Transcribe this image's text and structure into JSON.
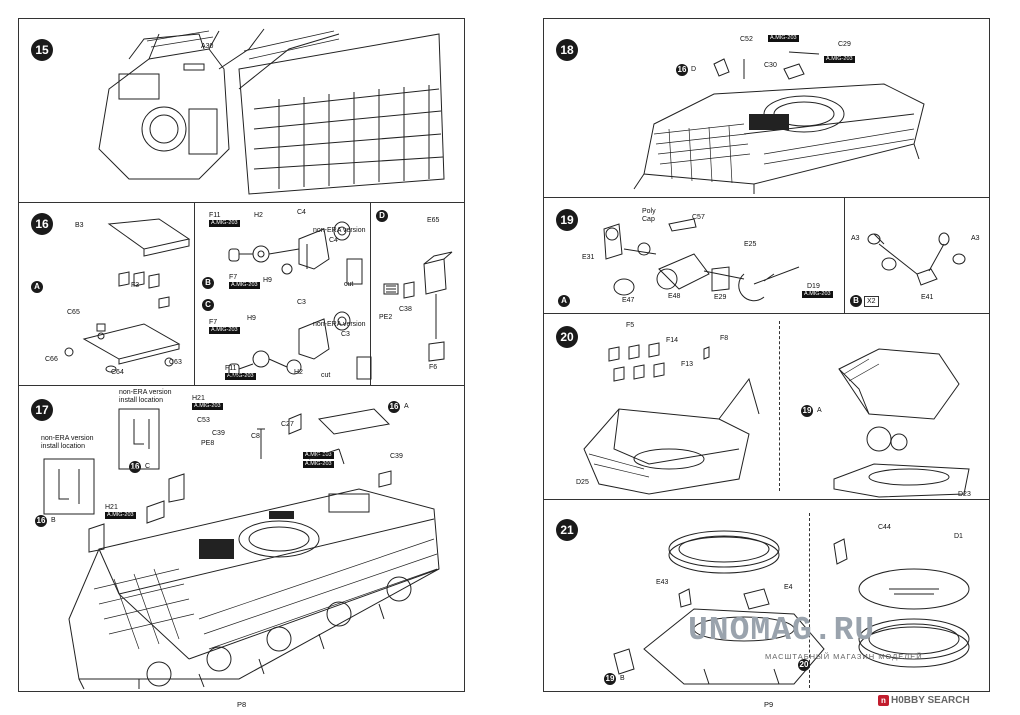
{
  "pages": {
    "left_number": "P8",
    "right_number": "P9"
  },
  "steps": {
    "s15": {
      "number": "15",
      "labels": {
        "a30": "A30"
      }
    },
    "s16": {
      "number": "16",
      "labels": {
        "b3": "B3",
        "f3": "F3",
        "c65": "C65",
        "c66": "C66",
        "c64": "C64",
        "c63": "C63",
        "f11": "F11",
        "h2": "H2",
        "c4": "C4",
        "f7": "F7",
        "h9": "H9",
        "c4b": "C4",
        "cut": "cut",
        "f7c": "F7",
        "h9c": "H9",
        "c3": "C3",
        "c3b": "C3",
        "f11c": "F11",
        "h2c": "H2",
        "cutc": "cut",
        "e65": "E65",
        "pe2": "PE2",
        "c38": "C38",
        "f6": "F6"
      },
      "sub_a": "A",
      "sub_b": "B",
      "sub_c": "C",
      "sub_d": "D",
      "nonera_b": "non-ERA version",
      "nonera_c": "non-ERA version"
    },
    "s17": {
      "number": "17",
      "labels": {
        "h21": "H21",
        "c53": "C53",
        "c39": "C39",
        "pe8": "PE8",
        "c8": "C8",
        "c27": "C27",
        "c39b": "C39",
        "h21b": "H21"
      },
      "nonera_top": "non-ERA version",
      "install_top": "install location",
      "nonera_left": "non-ERA version",
      "install_left": "install location",
      "ref_16a_num": "16",
      "ref_16a": "A",
      "ref_16c_num": "16",
      "ref_16c": "C",
      "ref_16b_num": "16",
      "ref_16b": "B"
    },
    "s18": {
      "number": "18",
      "labels": {
        "c52": "C52",
        "c29": "C29",
        "c30": "C30"
      },
      "ref_16d_num": "16",
      "ref_16d": "D"
    },
    "s19": {
      "number": "19",
      "labels": {
        "poly": "Poly",
        "cap": "Cap",
        "c57": "C57",
        "e31": "E31",
        "e25": "E25",
        "e47": "E47",
        "e48": "E48",
        "e29": "E29",
        "d19": "D19",
        "a3": "A3",
        "a3b": "A3",
        "e41": "E41"
      },
      "sub_a": "A",
      "sub_b": "B",
      "x2": "X2"
    },
    "s20": {
      "number": "20",
      "labels": {
        "f5": "F5",
        "f14": "F14",
        "f8": "F8",
        "f13": "F13",
        "d25": "D25",
        "d23": "D23"
      },
      "ref_19a_num": "19",
      "ref_19a": "A"
    },
    "s21": {
      "number": "21",
      "labels": {
        "c44": "C44",
        "d1": "D1",
        "e43": "E43",
        "e4": "E4"
      },
      "ref_19b_num": "19",
      "ref_19b": "B",
      "ref_20_num": "20"
    }
  },
  "paint_codes": {
    "mig203": "A.MIG-203"
  },
  "watermark": {
    "main": "UNOMAG.RU",
    "sub": "МАСШТАБНЫЙ МАГАЗИН МОДЕЛЕЙ"
  },
  "hobby_search": {
    "badge": "n",
    "text": "H0BBY SEARCH"
  }
}
